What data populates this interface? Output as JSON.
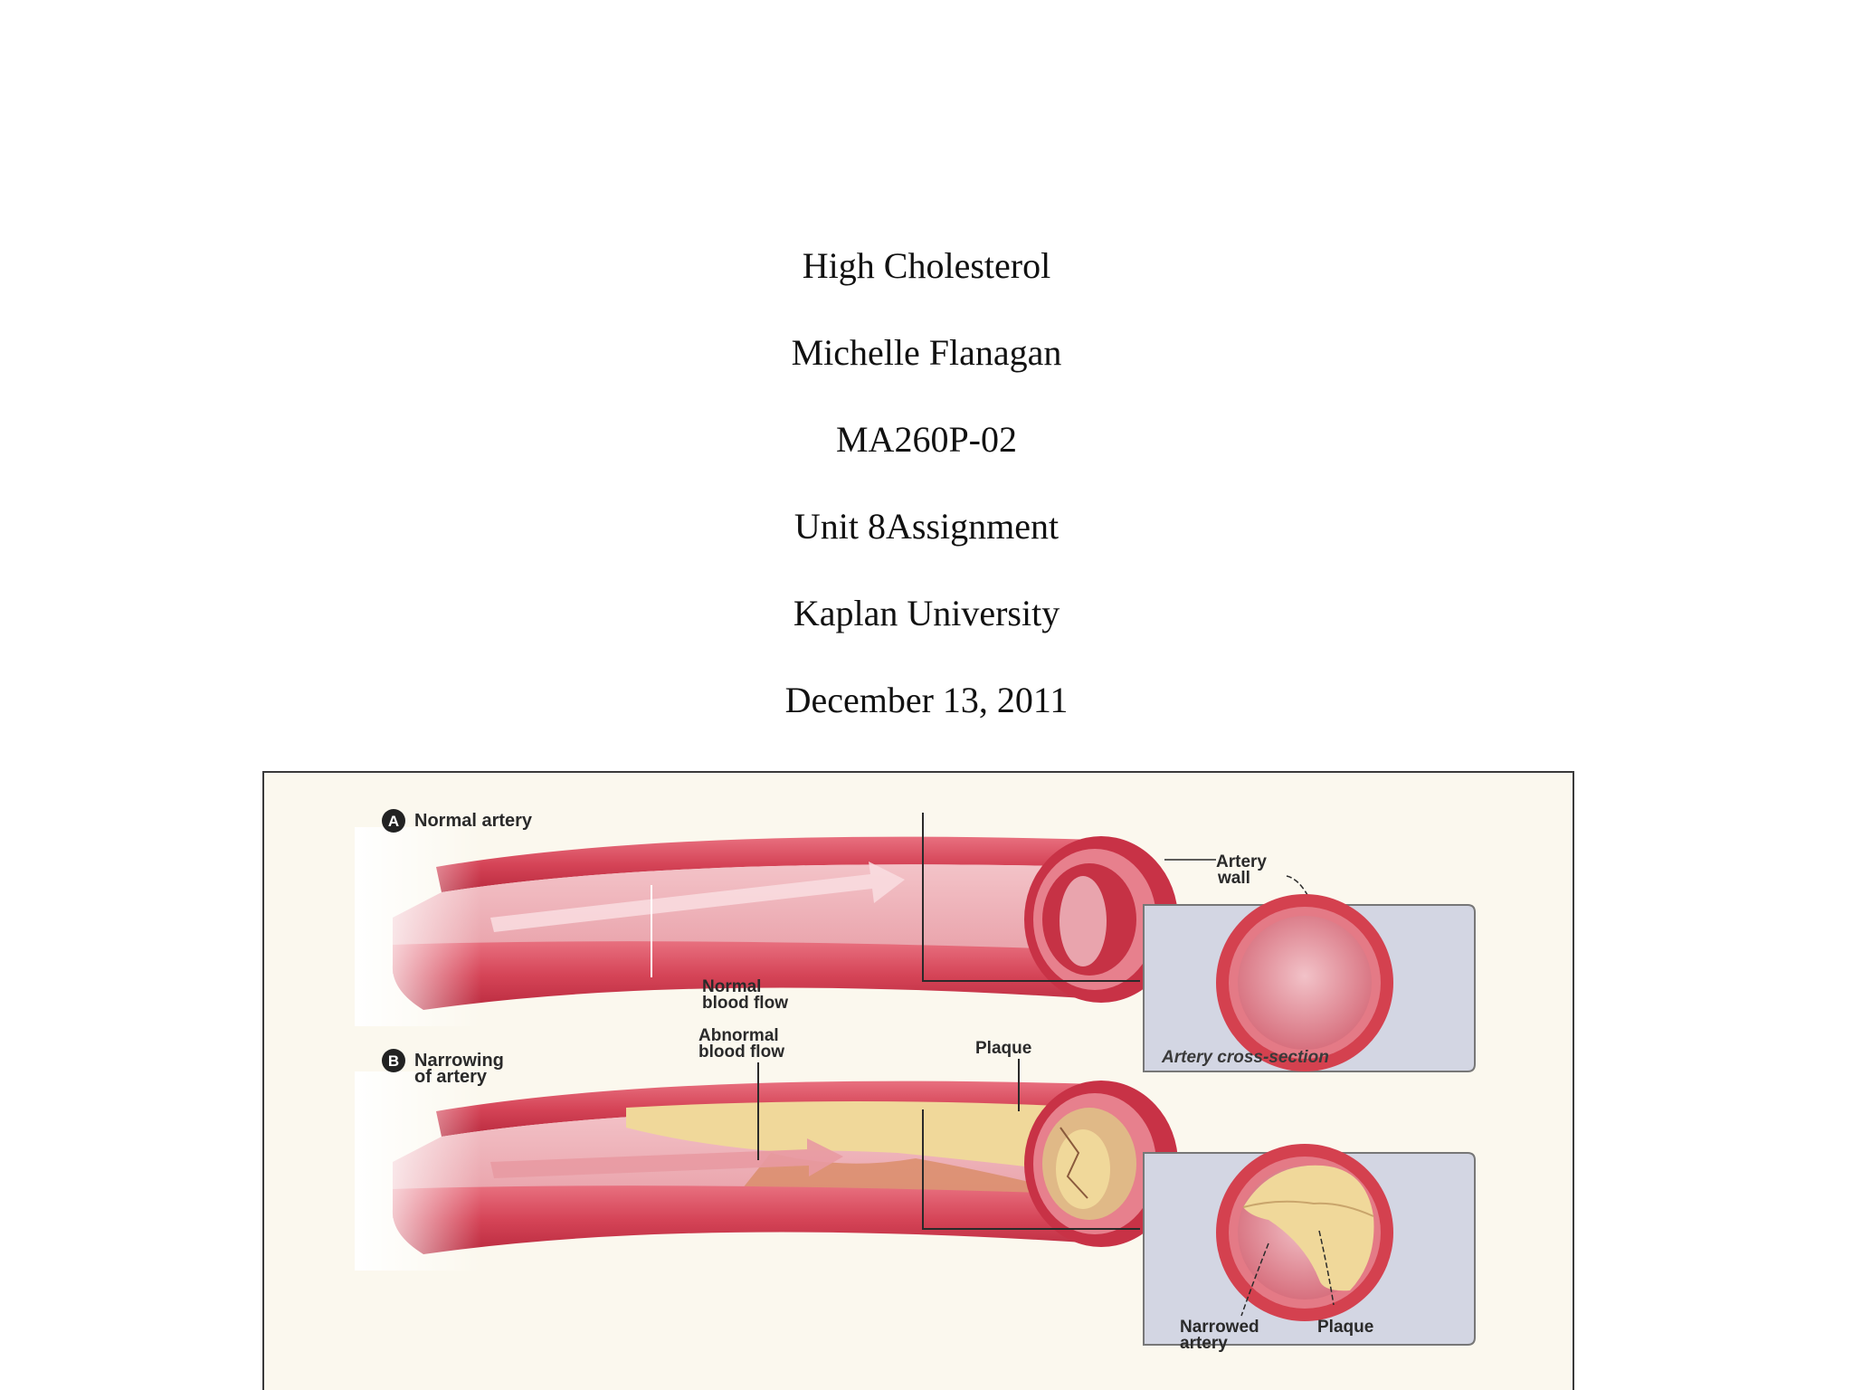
{
  "document": {
    "title": "High Cholesterol",
    "author": "Michelle Flanagan",
    "course": "MA260P-02",
    "assignment": "Unit 8Assignment",
    "institution": "Kaplan University",
    "date": "December 13, 2011"
  },
  "figure": {
    "panel_a": {
      "badge": "A",
      "label": "Normal artery"
    },
    "panel_b": {
      "badge": "B",
      "label_line1": "Narrowing",
      "label_line2": "of artery"
    },
    "labels": {
      "artery_wall_1": "Artery",
      "artery_wall_2": "wall",
      "normal_flow_1": "Normal",
      "normal_flow_2": "blood flow",
      "abnormal_flow_1": "Abnormal",
      "abnormal_flow_2": "blood flow",
      "plaque_top": "Plaque",
      "cross_section": "Artery cross-section",
      "narrowed_1": "Narrowed",
      "narrowed_2": "artery",
      "plaque_bottom": "Plaque"
    }
  },
  "colors": {
    "artery_red": "#d9485a",
    "artery_dark": "#b8283d",
    "lumen_pink": "#e8a3ab",
    "plaque_yellow": "#f0d89a",
    "panel_bg": "#d3d6e3"
  }
}
